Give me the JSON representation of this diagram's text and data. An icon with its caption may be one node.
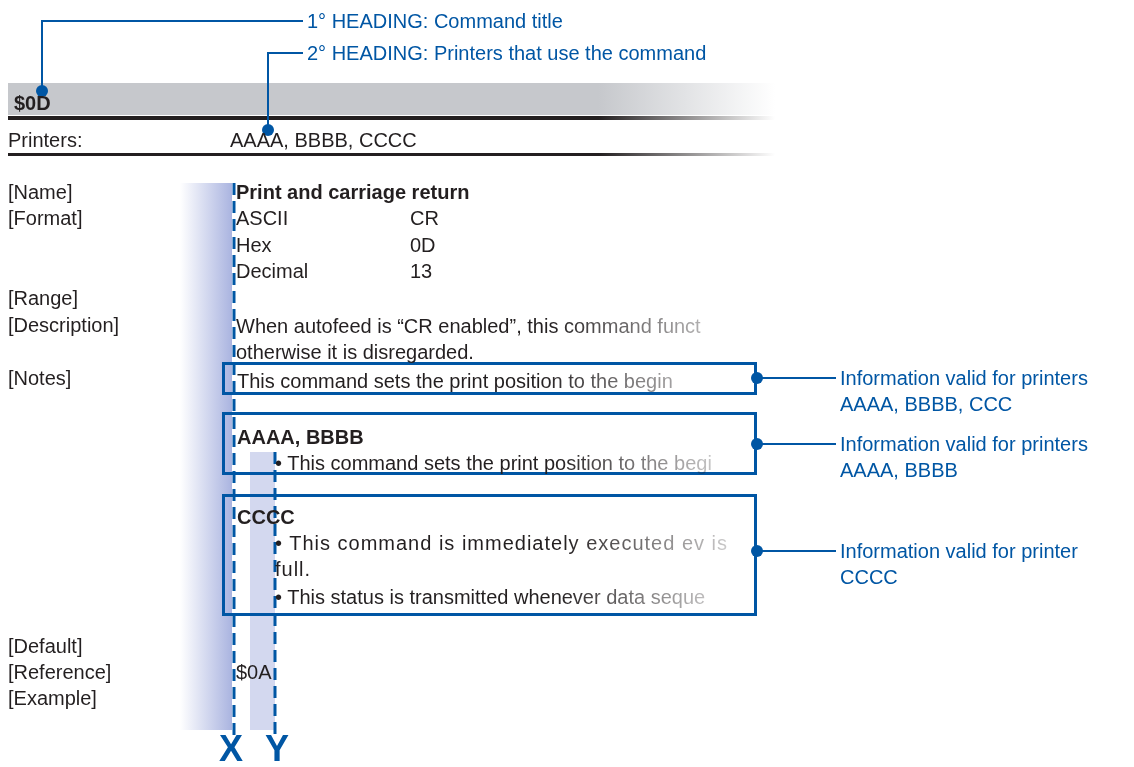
{
  "diagram": {
    "nodes": [
      {
        "text": [
          "1° HEADING: Command title"
        ]
      },
      {
        "text": [
          "2° HEADING: Printers that use the command"
        ]
      },
      {
        "text": [
          "$0D"
        ]
      },
      {
        "text": [
          "AAAA, BBBB, CCCC"
        ]
      },
      {
        "text": [
          "This command sets the print position to the begin"
        ]
      },
      {
        "text": [
          "Information valid for printers AAAA, BBBB, CCC"
        ]
      },
      {
        "text": [
          "AAAA, BBBB",
          "• This command sets the print position to the begi"
        ]
      },
      {
        "text": [
          "Information valid for printers AAAA, BBBB"
        ]
      },
      {
        "text": [
          "CCCC",
          "• This command is immediately executed ev is full.",
          "• This status is transmitted whenever data seque"
        ]
      },
      {
        "text": [
          "Information valid for printer CCCC"
        ]
      }
    ],
    "edges": [
      {
        "from": 0,
        "to": 2,
        "arrow": "other"
      },
      {
        "from": 1,
        "to": 3,
        "arrow": "other"
      },
      {
        "from": 5,
        "to": 4,
        "arrow": "other"
      },
      {
        "from": 7,
        "to": 6,
        "arrow": "other"
      },
      {
        "from": 9,
        "to": 8,
        "arrow": "other"
      }
    ],
    "labels": [
      "Printers:",
      "[Name]",
      "Print and carriage return",
      "[Format]",
      "ASCII",
      "CR",
      "Hex",
      "0D",
      "Decimal",
      "13",
      "[Range]",
      "[Description]",
      "When autofeed is “CR enabled”, this command funct otherwise it is disregarded.",
      "[Notes]",
      "[Default]",
      "[Reference]",
      "$0A",
      "[Example]",
      "X",
      "Y"
    ]
  }
}
